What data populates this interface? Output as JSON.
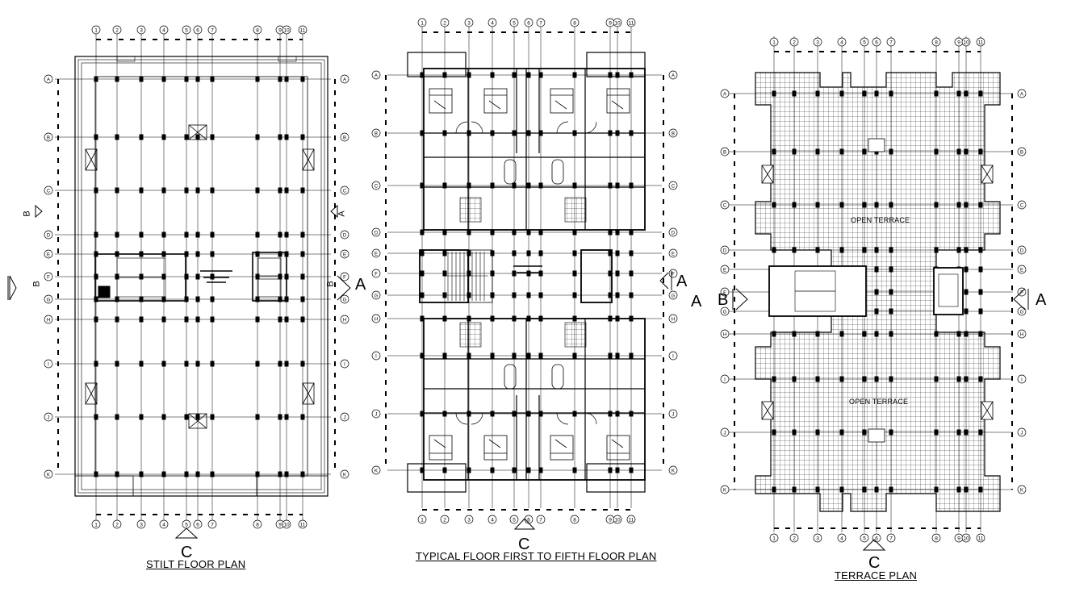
{
  "plans": [
    {
      "id": "stilt",
      "title": "STILT FLOOR PLAN",
      "cols": [
        "1",
        "2",
        "3",
        "4",
        "5",
        "6",
        "7",
        "8",
        "9",
        "10",
        "11"
      ],
      "rows": [
        "A",
        "B",
        "C",
        "D",
        "E",
        "F",
        "G",
        "H",
        "I",
        "J",
        "K"
      ]
    },
    {
      "id": "typical",
      "title": "TYPICAL FLOOR FIRST TO FIFTH FLOOR PLAN",
      "cols": [
        "1",
        "2",
        "3",
        "4",
        "5",
        "6",
        "7",
        "8",
        "9",
        "10",
        "11"
      ],
      "rows": [
        "A",
        "B",
        "C",
        "D",
        "E",
        "F",
        "G",
        "H",
        "I",
        "J",
        "K"
      ]
    },
    {
      "id": "terrace",
      "title": "TERRACE PLAN",
      "cols": [
        "1",
        "2",
        "3",
        "4",
        "5",
        "6",
        "7",
        "8",
        "9",
        "10",
        "11"
      ],
      "rows": [
        "A",
        "B",
        "C",
        "D",
        "E",
        "F",
        "G",
        "H",
        "I",
        "J",
        "K"
      ],
      "labels": [
        "OPEN TERRACE",
        "OPEN TERRACE"
      ]
    }
  ],
  "section_marks": {
    "a": "A",
    "b": "B",
    "c": "C"
  },
  "colors": {
    "line": "#000000",
    "background": "#ffffff"
  }
}
